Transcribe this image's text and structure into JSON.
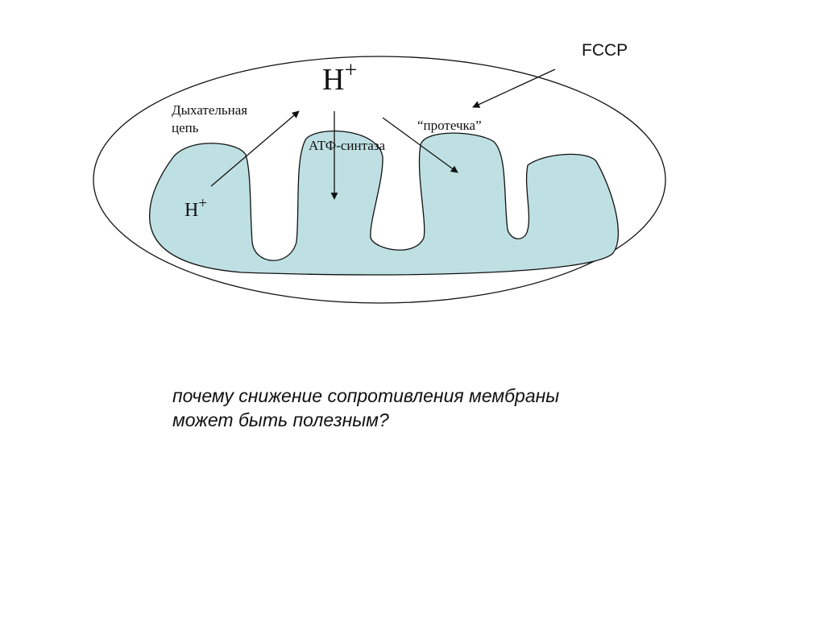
{
  "labels": {
    "fccp": "FCCP",
    "h_top_base": "H",
    "h_top_sup": "+",
    "respiratory_chain_line1": "Дыхательная",
    "respiratory_chain_line2": "цепь",
    "atp_synthase": "АТФ-синтаза",
    "leak": "“протечка”",
    "h_inner_base": "H",
    "h_inner_sup": "+"
  },
  "question": {
    "line1": "почему снижение сопротивления мембраны",
    "line2": "может быть полезным?"
  },
  "colors": {
    "matrix_fill": "#bfe0e3",
    "outline": "#111111"
  }
}
